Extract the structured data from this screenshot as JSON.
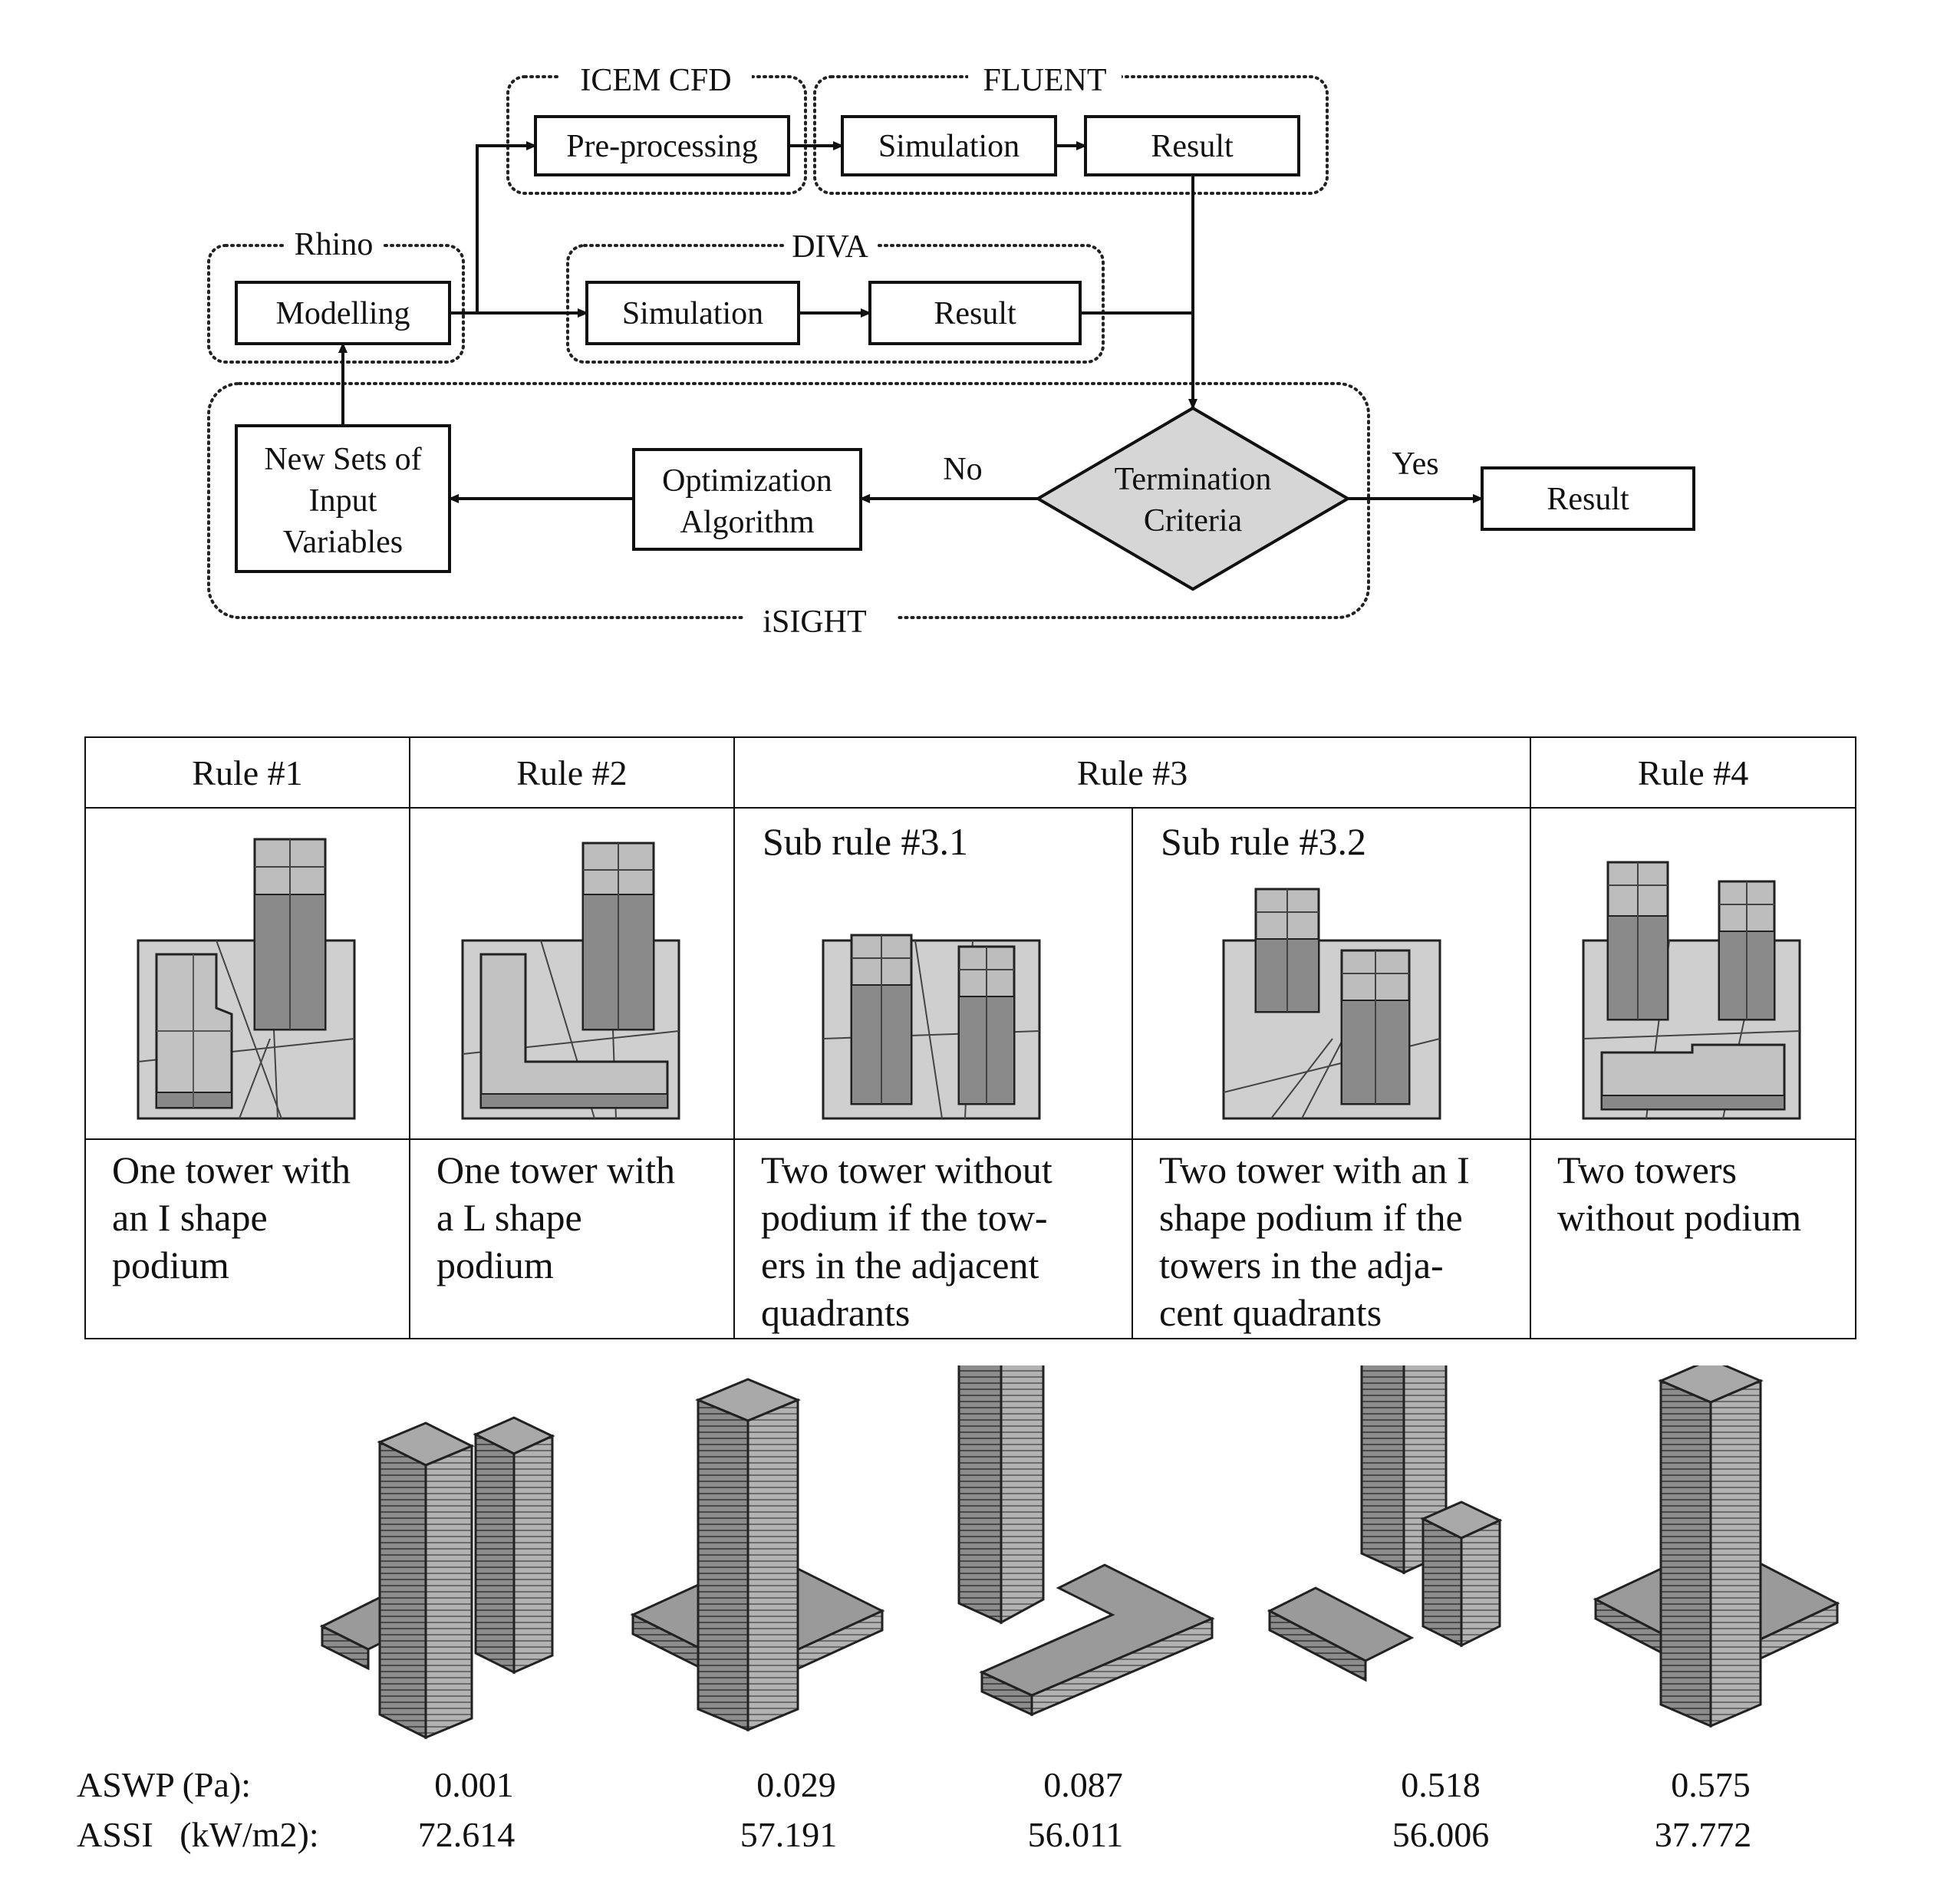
{
  "flowchart": {
    "groups": {
      "icem": "ICEM CFD",
      "fluent": "FLUENT",
      "rhino": "Rhino",
      "diva": "DIVA",
      "isight": "iSIGHT"
    },
    "boxes": {
      "preprocessing": "Pre-processing",
      "fluent_simulation": "Simulation",
      "fluent_result": "Result",
      "modelling": "Modelling",
      "diva_simulation": "Simulation",
      "diva_result": "Result",
      "new_sets": [
        "New Sets of",
        "Input",
        "Variables"
      ],
      "optimization": [
        "Optimization",
        "Algorithm"
      ],
      "termination": [
        "Termination",
        "Criteria"
      ],
      "final_result": "Result"
    },
    "edges": {
      "no": "No",
      "yes": "Yes"
    }
  },
  "rules_table": {
    "headers": [
      "Rule #1",
      "Rule #2",
      "Rule #3",
      "Rule #4"
    ],
    "sub_rules": [
      "Sub rule #3.1",
      "Sub rule #3.2"
    ],
    "descriptions": [
      [
        "One tower with",
        "an I shape",
        "podium"
      ],
      [
        "One tower with",
        "a L shape",
        "podium"
      ],
      [
        "Two tower without",
        "podium if the tow-",
        "ers in the adjacent",
        "quadrants"
      ],
      [
        "Two tower with an I",
        "shape podium if the",
        "towers in the adja-",
        "cent quadrants"
      ],
      [
        "Two towers",
        "without podium"
      ]
    ]
  },
  "results": {
    "aswp_label": "ASWP (Pa):",
    "assi_label": "ASSI   (kW/m2):",
    "aswp": [
      "0.001",
      "0.029",
      "0.087",
      "0.518",
      "0.575"
    ],
    "assi": [
      "72.614",
      "57.191",
      "56.011",
      "56.006",
      "37.772"
    ]
  },
  "colors": {
    "diamond_fill": "#d6d6d6",
    "massing_gray": "#a9a9a9",
    "site_gray": "#cfcfcf"
  }
}
